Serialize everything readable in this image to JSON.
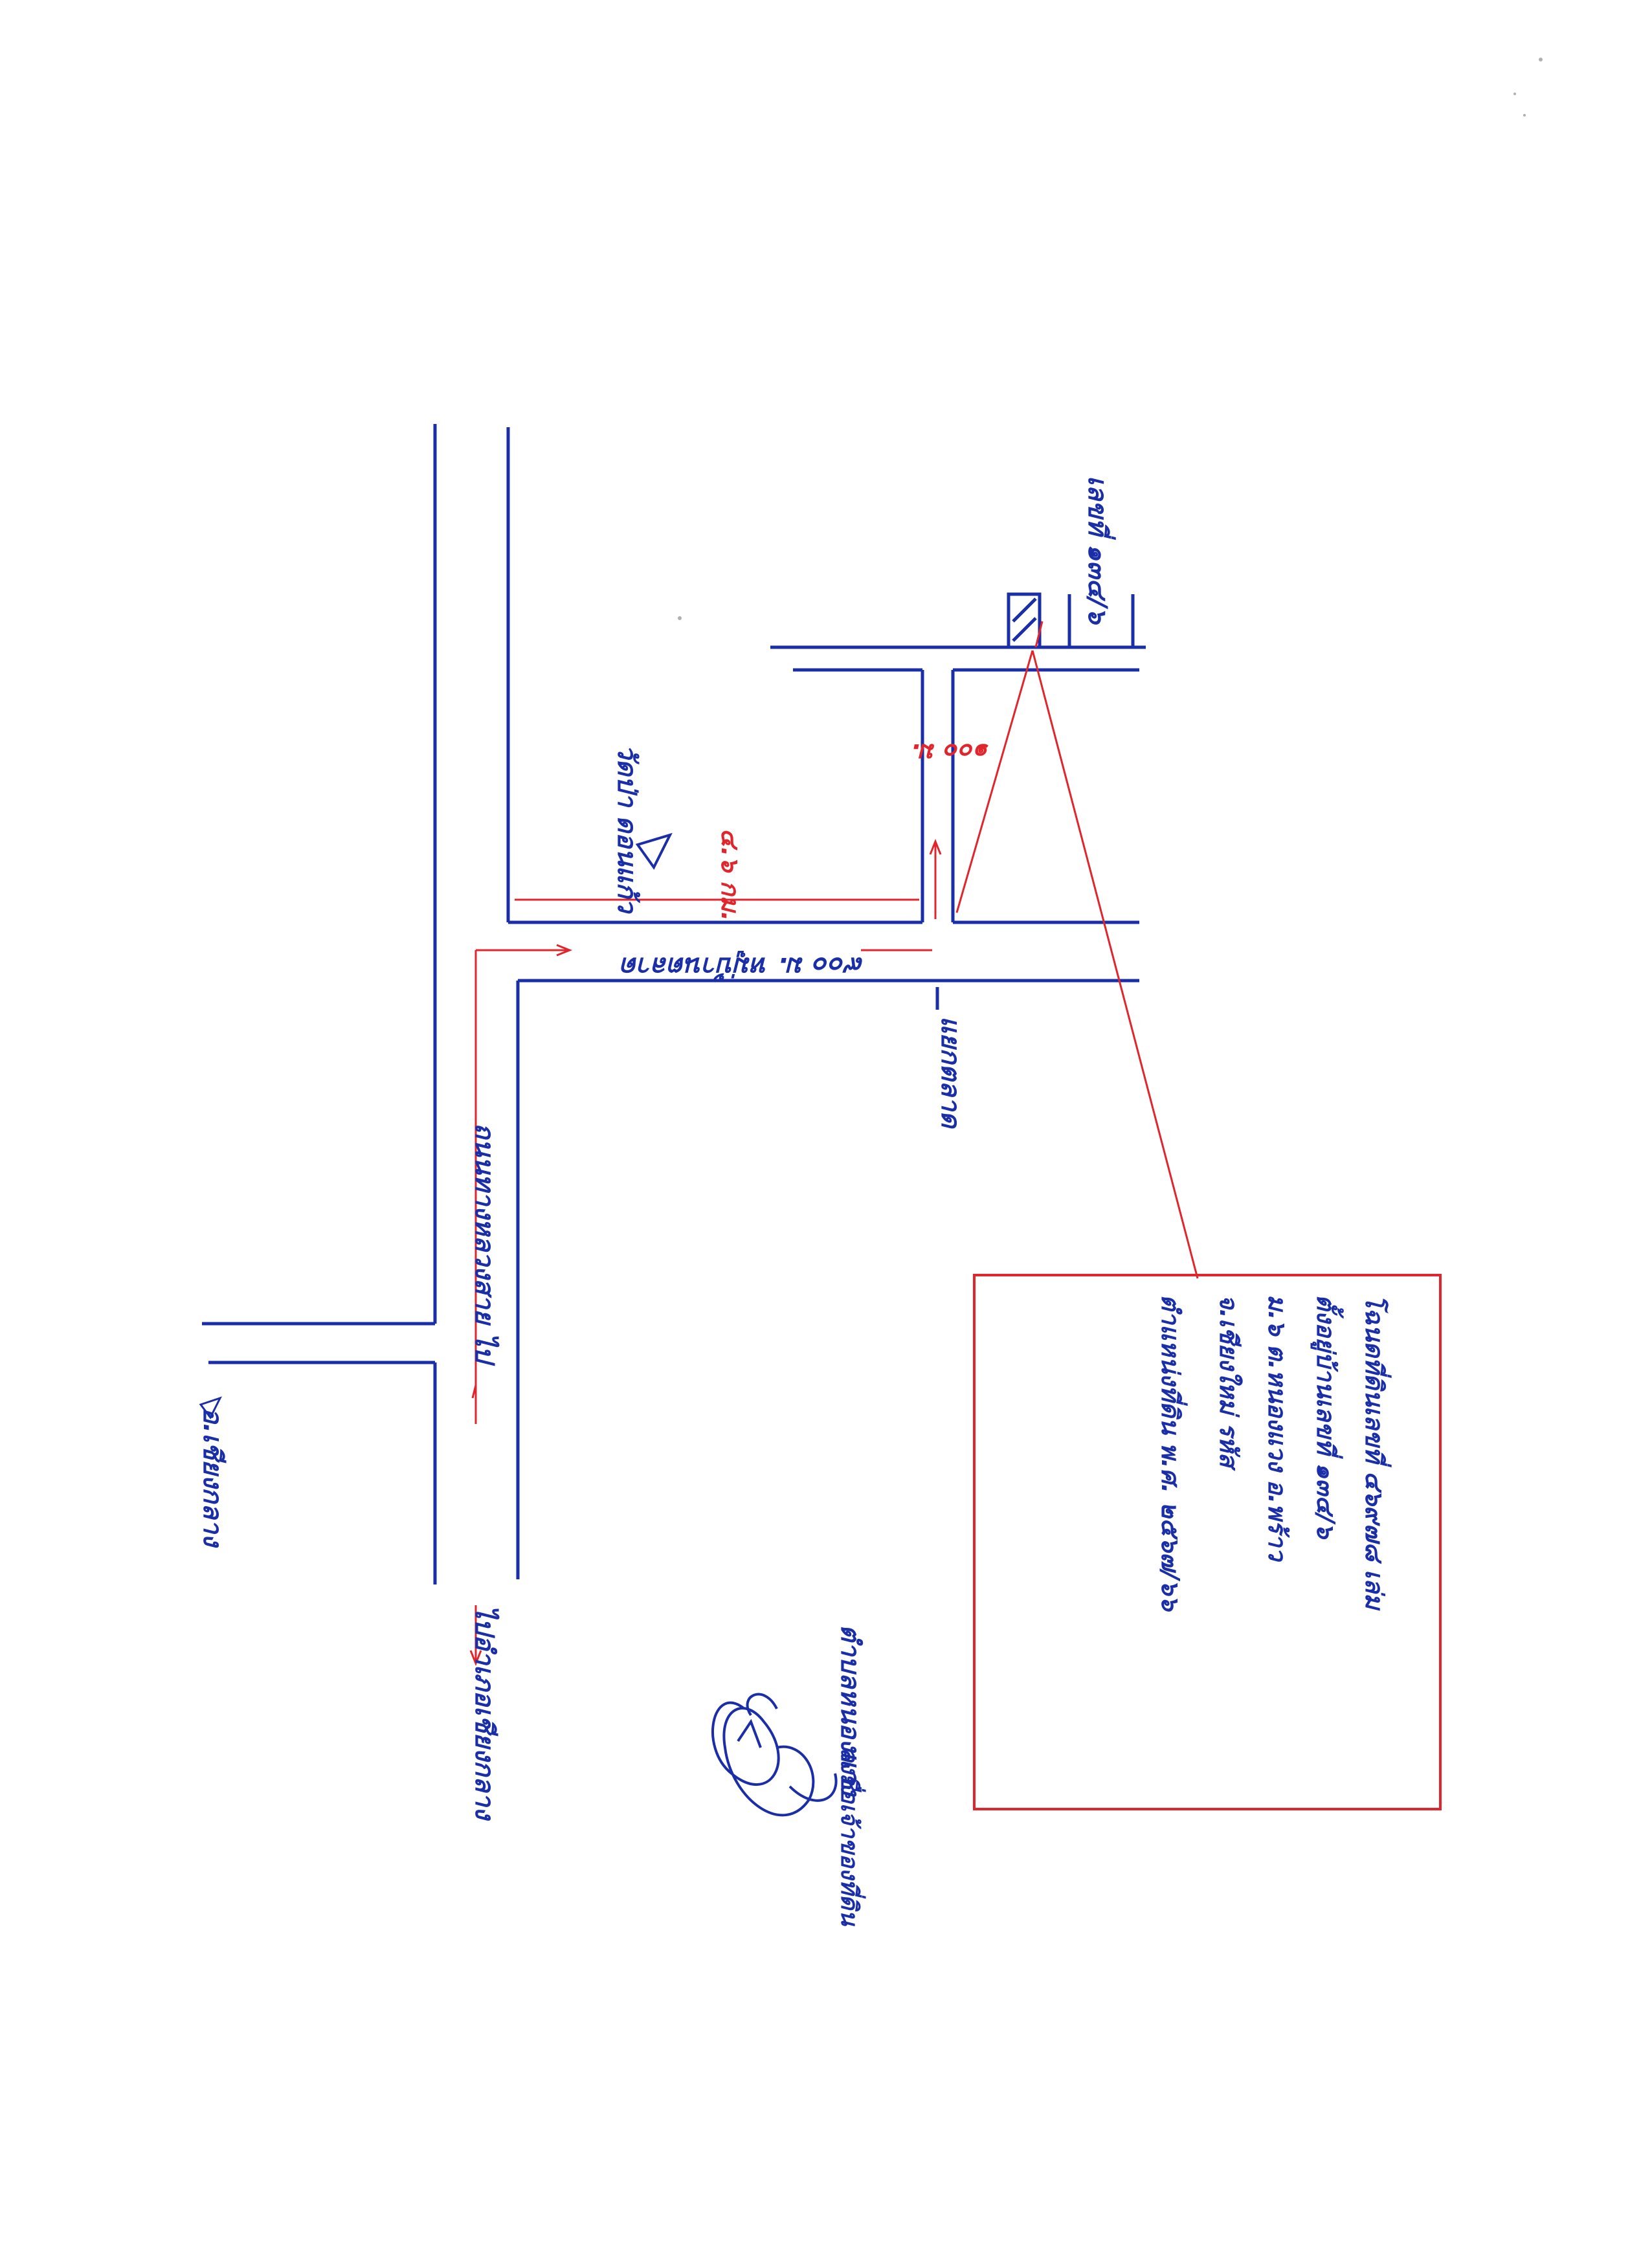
{
  "palette": {
    "ink_blue": "#1a2ea8",
    "ink_red": "#e0262c",
    "paper": "#ffffff"
  },
  "map": {
    "house_number": "เลขที่ ๑๓๔/๖",
    "road_label": "๙๐๐ ม. หมู่บ้านตลาด",
    "distance_to_house": "๑๐๐ ม.",
    "distance_red_small": "๔.๖ กม.",
    "junction_top": "วัดป่า ดอนแก้ว",
    "junction_bottom": "แยกตลาด",
    "north_note": "อ.เชียงกลาง",
    "main_road": "ถนนทางหลวงสาย ไป",
    "to_city": "ไปอำเภอเชียงกลาง",
    "lamp_text": "ตำบลหนองแวง",
    "info_box": {
      "line1": "โฉนดที่ดินเลขที่ ๔๖๙๗๘ เล่ม",
      "line2": "ตั้งอยู่บ้านเลขที่ ๑๓๔/๖",
      "line3": "ม.๖ ต.หนองแวง อ.พร้าว",
      "line4": "จ.เชียงใหม่ รหัส",
      "line5": "ตำแหน่งที่ดิน พ.ศ. ๒๕๖๗/๖๖"
    },
    "signature_caption": "ลงชื่อเจ้าของที่ดิน"
  }
}
